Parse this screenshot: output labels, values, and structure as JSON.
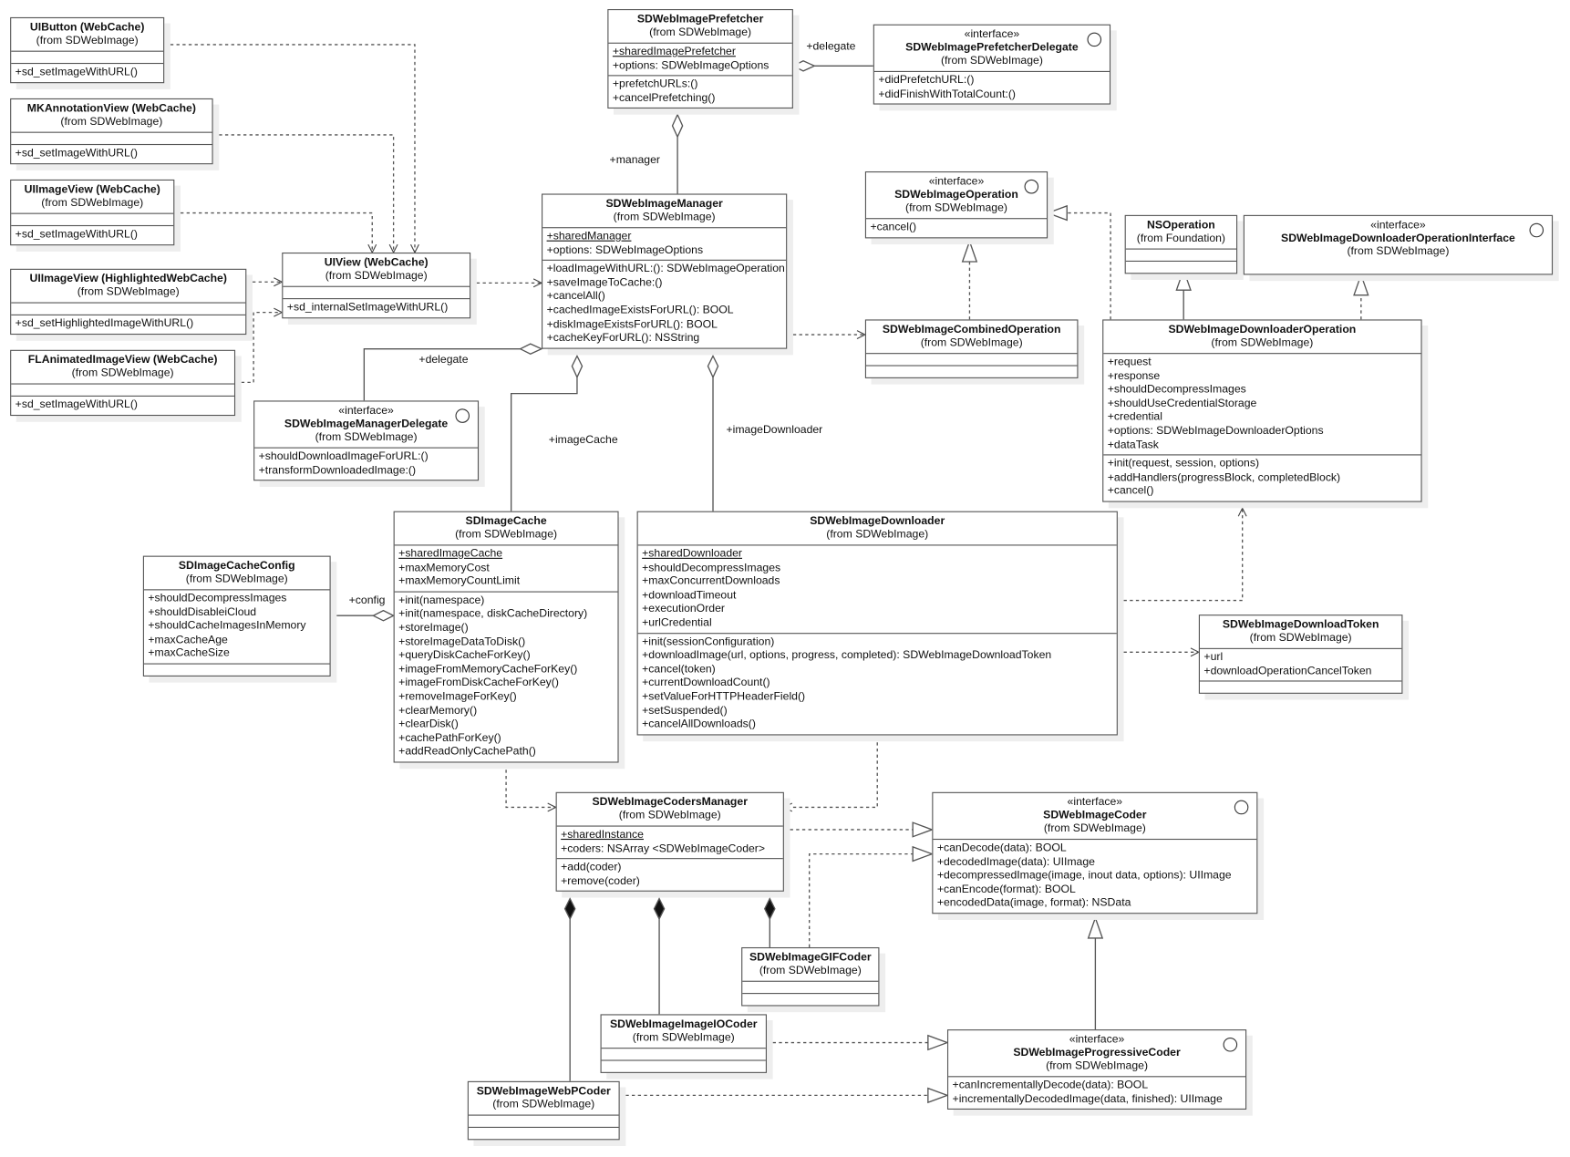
{
  "diagram": {
    "type": "UML class diagram",
    "classes": {
      "uibutton": {
        "name": "UIButton (WebCache)",
        "package": "(from SDWebImage)",
        "attributes": [],
        "methods": [
          "+sd_setImageWithURL()"
        ]
      },
      "mkannotation": {
        "name": "MKAnnotationView (WebCache)",
        "package": "(from SDWebImage)",
        "attributes": [],
        "methods": [
          "+sd_setImageWithURL()"
        ]
      },
      "uiimageview": {
        "name": "UIImageView (WebCache)",
        "package": "(from SDWebImage)",
        "attributes": [],
        "methods": [
          "+sd_setImageWithURL()"
        ]
      },
      "uiimageviewhl": {
        "name": "UIImageView (HighlightedWebCache)",
        "package": "(from SDWebImage)",
        "attributes": [],
        "methods": [
          "+sd_setHighlightedImageWithURL()"
        ]
      },
      "flanimated": {
        "name": "FLAnimatedImageView (WebCache)",
        "package": "(from SDWebImage)",
        "attributes": [],
        "methods": [
          "+sd_setImageWithURL()"
        ]
      },
      "uiview": {
        "name": "UIView (WebCache)",
        "package": "(from SDWebImage)",
        "attributes": [],
        "methods": [
          "+sd_internalSetImageWithURL()"
        ]
      },
      "prefetcher": {
        "name": "SDWebImagePrefetcher",
        "package": "(from SDWebImage)",
        "attributes": [
          "+sharedImagePrefetcher",
          "+options: SDWebImageOptions"
        ],
        "methods": [
          "+prefetchURLs:()",
          "+cancelPrefetching()"
        ]
      },
      "prefetcherdelegate": {
        "stereotype": "«interface»",
        "name": "SDWebImagePrefetcherDelegate",
        "package": "(from SDWebImage)",
        "methods": [
          "+didPrefetchURL:()",
          "+didFinishWithTotalCount:()"
        ]
      },
      "manager": {
        "name": "SDWebImageManager",
        "package": "(from SDWebImage)",
        "attributes": [
          "+sharedManager",
          "+options: SDWebImageOptions"
        ],
        "methods": [
          "+loadImageWithURL:(): SDWebImageOperation",
          "+saveImageToCache:()",
          "+cancelAll()",
          "+cachedImageExistsForURL(): BOOL",
          "+diskImageExistsForURL(): BOOL",
          "+cacheKeyForURL(): NSString"
        ]
      },
      "operation": {
        "stereotype": "«interface»",
        "name": "SDWebImageOperation",
        "package": "(from SDWebImage)",
        "methods": [
          "+cancel()"
        ]
      },
      "combined": {
        "name": "SDWebImageCombinedOperation",
        "package": "(from SDWebImage)",
        "attributes": [],
        "methods": []
      },
      "nsoperation": {
        "name": "NSOperation",
        "package": "(from Foundation)",
        "attributes": [],
        "methods": []
      },
      "dlopinterface": {
        "stereotype": "«interface»",
        "name": "SDWebImageDownloaderOperationInterface",
        "package": "(from SDWebImage)"
      },
      "dlop": {
        "name": "SDWebImageDownloaderOperation",
        "package": "(from SDWebImage)",
        "attributes": [
          "+request",
          "+response",
          "+shouldDecompressImages",
          "+shouldUseCredentialStorage",
          "+credential",
          "+options: SDWebImageDownloaderOptions",
          "+dataTask"
        ],
        "methods": [
          "+init(request, session, options)",
          "+addHandlers(progressBlock, completedBlock)",
          "+cancel()"
        ]
      },
      "managerdelegate": {
        "stereotype": "«interface»",
        "name": "SDWebImageManagerDelegate",
        "package": "(from SDWebImage)",
        "methods": [
          "+shouldDownloadImageForURL:()",
          "+transformDownloadedImage:()"
        ]
      },
      "cacheconfig": {
        "name": "SDImageCacheConfig",
        "package": "(from SDWebImage)",
        "attributes": [
          "+shouldDecompressImages",
          "+shouldDisableiCloud",
          "+shouldCacheImagesInMemory",
          "+maxCacheAge",
          "+maxCacheSize"
        ],
        "methods": []
      },
      "imagecache": {
        "name": "SDImageCache",
        "package": "(from SDWebImage)",
        "attributes": [
          "+sharedImageCache",
          "+maxMemoryCost",
          "+maxMemoryCountLimit"
        ],
        "methods": [
          "+init(namespace)",
          "+init(namespace, diskCacheDirectory)",
          "+storeImage()",
          "+storeImageDataToDisk()",
          "+queryDiskCacheForKey()",
          "+imageFromMemoryCacheForKey()",
          "+imageFromDiskCacheForKey()",
          "+removeImageForKey()",
          "+clearMemory()",
          "+clearDisk()",
          "+cachePathForKey()",
          "+addReadOnlyCachePath()"
        ]
      },
      "downloader": {
        "name": "SDWebImageDownloader",
        "package": "(from SDWebImage)",
        "attributes": [
          "+sharedDownloader",
          "+shouldDecompressImages",
          "+maxConcurrentDownloads",
          "+downloadTimeout",
          "+executionOrder",
          "+urlCredential"
        ],
        "methods": [
          "+init(sessionConfiguration)",
          "+downloadImage(url, options, progress, completed): SDWebImageDownloadToken",
          "+cancel(token)",
          "+currentDownloadCount()",
          "+setValueForHTTPHeaderField()",
          "+setSuspended()",
          "+cancelAllDownloads()"
        ]
      },
      "token": {
        "name": "SDWebImageDownloadToken",
        "package": "(from SDWebImage)",
        "attributes": [
          "+url",
          "+downloadOperationCancelToken"
        ],
        "methods": []
      },
      "codersmanager": {
        "name": "SDWebImageCodersManager",
        "package": "(from SDWebImage)",
        "attributes": [
          "+sharedInstance",
          "+coders: NSArray <SDWebImageCoder>"
        ],
        "methods": [
          "+add(coder)",
          "+remove(coder)"
        ]
      },
      "coder": {
        "stereotype": "«interface»",
        "name": "SDWebImageCoder",
        "package": "(from SDWebImage)",
        "methods": [
          "+canDecode(data): BOOL",
          "+decodedImage(data): UIImage",
          "+decompressedImage(image, inout data, options): UIImage",
          "+canEncode(format): BOOL",
          "+encodedData(image, format): NSData"
        ]
      },
      "gifcoder": {
        "name": "SDWebImageGIFCoder",
        "package": "(from SDWebImage)",
        "attributes": [],
        "methods": []
      },
      "imageiocoder": {
        "name": "SDWebImageImageIOCoder",
        "package": "(from SDWebImage)",
        "attributes": [],
        "methods": []
      },
      "progressive": {
        "stereotype": "«interface»",
        "name": "SDWebImageProgressiveCoder",
        "package": "(from SDWebImage)",
        "methods": [
          "+canIncrementallyDecode(data): BOOL",
          "+incrementallyDecodedImage(data, finished): UIImage"
        ]
      },
      "webpcoder": {
        "name": "SDWebImageWebPCoder",
        "package": "(from SDWebImage)",
        "attributes": [],
        "methods": []
      }
    },
    "static_members": [
      "+sharedImagePrefetcher",
      "+sharedManager",
      "+sharedImageCache",
      "+sharedDownloader",
      "+sharedInstance"
    ],
    "role_labels": {
      "prefetcher_delegate": "+delegate",
      "prefetcher_manager": "+manager",
      "manager_delegate": "+delegate",
      "manager_imagecache": "+imageCache",
      "manager_imagedownloader": "+imageDownloader",
      "cache_config": "+config"
    },
    "colors": {
      "line": "#555555",
      "shadow": "#eeeeee",
      "fill": "#ffffff",
      "text": "#111111"
    }
  }
}
